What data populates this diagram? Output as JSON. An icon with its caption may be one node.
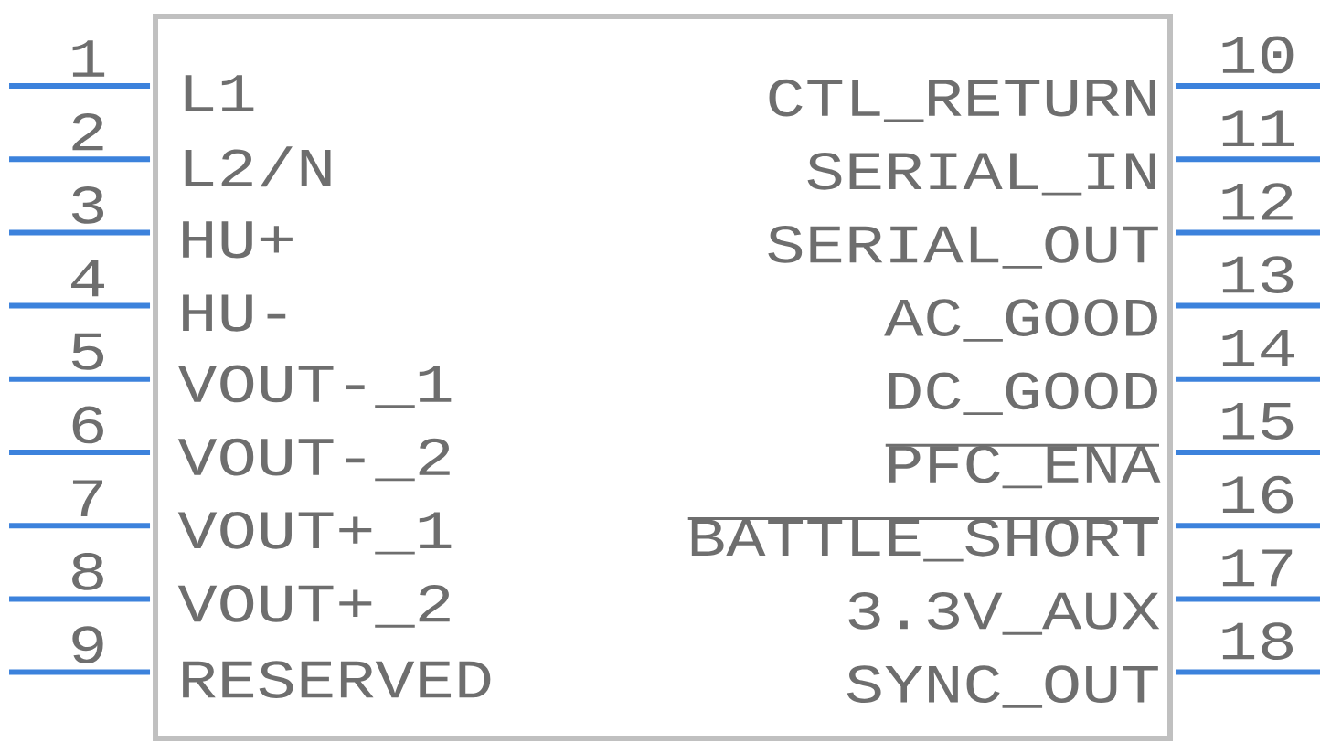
{
  "diagram": {
    "nodes": [
      {
        "text": [],
        "shape": "box"
      }
    ],
    "edges": [],
    "labels": [
      "1",
      "L1",
      "CTL_RETURN",
      "10",
      "2",
      "L2/N",
      "SERIAL_IN",
      "11",
      "3",
      "HU+",
      "SERIAL_OUT",
      "12",
      "4",
      "HU-",
      "AC_GOOD",
      "13",
      "5",
      "VOUT-_1",
      "DC_GOOD",
      "14",
      "6",
      "VOUT-_2",
      "PFC_ENA",
      "15",
      "7",
      "VOUT+_1",
      "BATTLE_SHORT",
      "16",
      "8",
      "VOUT+_2",
      "3.3V_AUX",
      "17",
      "9",
      "RESERVED",
      "SYNC_OUT",
      "18"
    ]
  }
}
